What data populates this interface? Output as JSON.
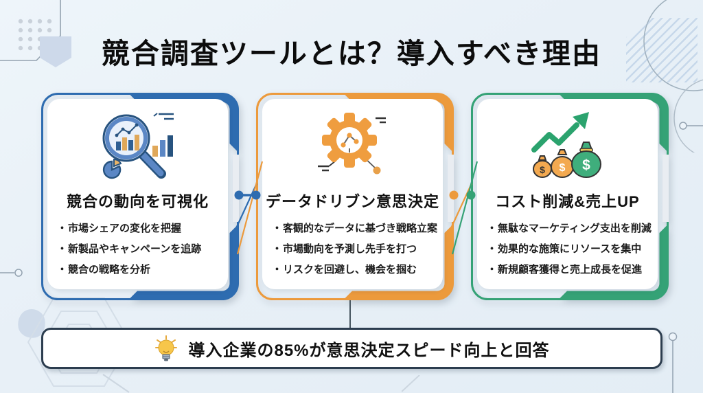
{
  "page": {
    "title": "競合調査ツールとは？導入すべき理由",
    "bullet_char": "・"
  },
  "cards": [
    {
      "heading": "競合の動向を可視化",
      "icon": "magnifier-analytics-icon",
      "accent_color": "#2e6cb0",
      "bullets": [
        "市場シェアの変化を把握",
        "新製品やキャンペーンを追跡",
        "競合の戦略を分析"
      ]
    },
    {
      "heading": "データドリブン意思決定",
      "icon": "gear-network-icon",
      "accent_color": "#ec9a3c",
      "bullets": [
        "客観的なデータに基づき戦略立案",
        "市場動向を予測し先手を打つ",
        "リスクを回避し、機会を掴む"
      ]
    },
    {
      "heading": "コスト削減&売上UP",
      "icon": "money-growth-icon",
      "accent_color": "#35a276",
      "bullets": [
        "無駄なマーケティング支出を削減",
        "効果的な施策にリソースを集中",
        "新規顧客獲得と売上成長を促進"
      ]
    }
  ],
  "banner": {
    "icon": "lightbulb-icon",
    "text": "導入企業の85%が意思決定スピード向上と回答"
  },
  "colors": {
    "background": "#e9f1f8",
    "card_blue": "#2e6cb0",
    "card_orange": "#ec9a3c",
    "card_green": "#35a276",
    "banner_border": "#2c3d4f",
    "decoration_gray": "#93a2b0",
    "decoration_lightblue": "#cdd9ea"
  }
}
